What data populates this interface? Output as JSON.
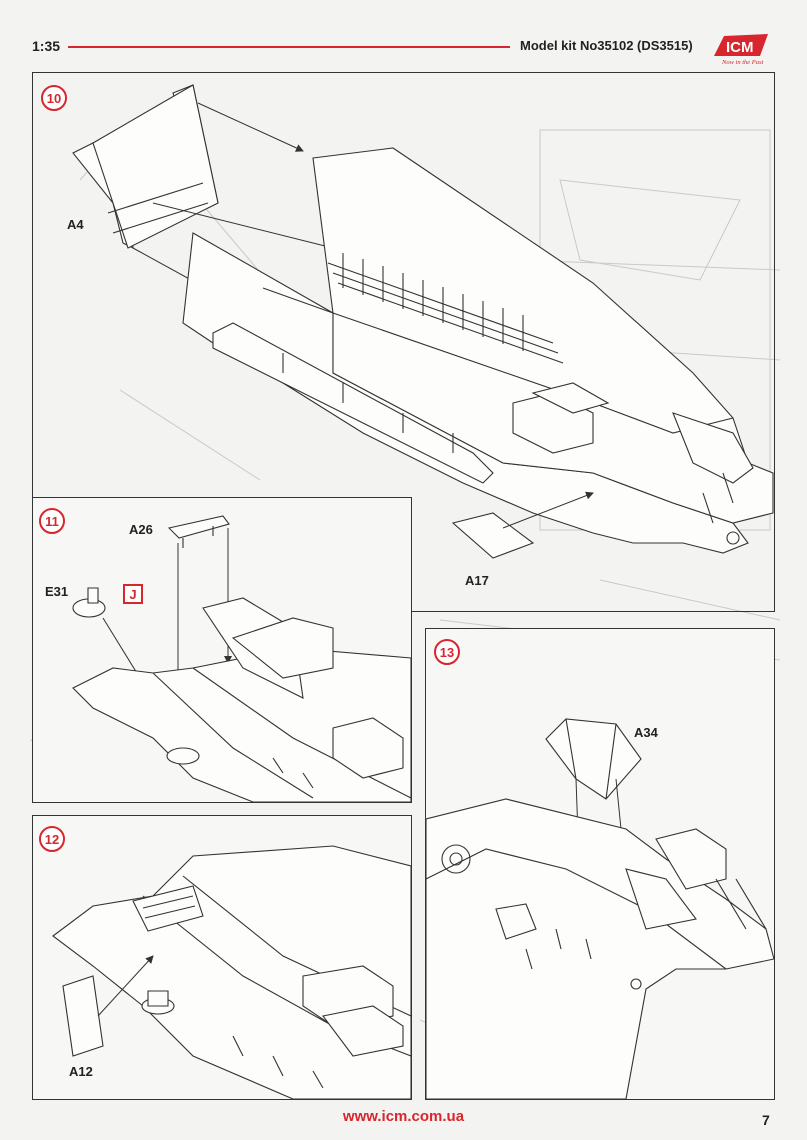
{
  "header": {
    "scale": "1:35",
    "kit_number": "Model kit No35102 (DS3515)",
    "logo_text": "ICM",
    "logo_tagline": "Now in the Past",
    "accent_color": "#d7262e"
  },
  "steps": [
    {
      "number": "10",
      "parts": [
        "A4",
        "A17"
      ]
    },
    {
      "number": "11",
      "parts": [
        "A26",
        "E31"
      ],
      "marker": "J"
    },
    {
      "number": "12",
      "parts": [
        "A12"
      ]
    },
    {
      "number": "13",
      "parts": [
        "A34"
      ]
    }
  ],
  "footer": {
    "url": "www.icm.com.ua",
    "page_number": "7"
  }
}
